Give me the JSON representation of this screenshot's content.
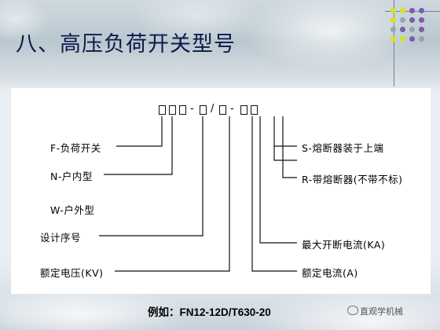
{
  "slide": {
    "title": "八、高压负荷开关型号",
    "code": {
      "box": "□",
      "dash": "-",
      "slash": "/"
    },
    "left_labels": [
      "F-负荷开关",
      "N-户内型",
      "W-户外型",
      "设计序号",
      "额定电压(KV)"
    ],
    "right_labels": [
      "S-熔断器装于上端",
      "R-带熔断器(不带不标)",
      "最大开断电流(KA)",
      "额定电流(A)"
    ],
    "example": "例如：FN12-12D/T630-20",
    "brand": "直观学机械",
    "colors": {
      "title": "#0b1a4a",
      "dots_yellow": "#d9e021",
      "dots_purple": "#7d5ca8",
      "dots_gray": "#9aa3b5"
    }
  }
}
